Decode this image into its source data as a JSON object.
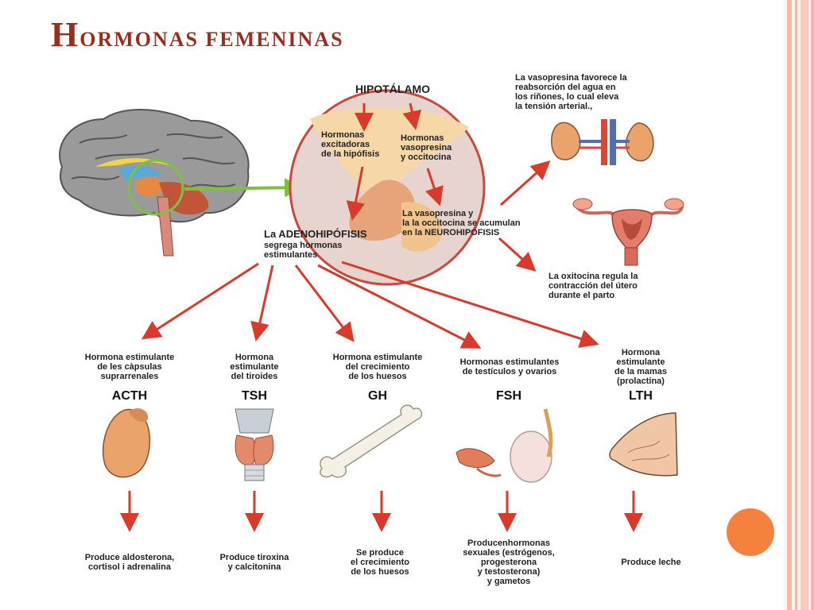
{
  "slide": {
    "title_initial": "H",
    "title_rest": "ORMONAS FEMENINAS",
    "accent_color": "#9b2d1f",
    "circle_color": "#f5813f",
    "frame_color": "#f3b9a8"
  },
  "diagram": {
    "hypothalamus": "HIPOTÁLAMO",
    "hyp_left": "Hormonas\nexcitadoras\nde la hipófisis",
    "hyp_right": "Hormonas\nvasopresina\ny occitocina",
    "neuro_text": "La vasopresina y\nla la occitocina se acumulan\nen la NEUROHIPÓFISIS",
    "adeno_title": "La ADENOHIPÓFISIS",
    "adeno_sub": "segrega hormonas\nestimulantes",
    "vaso_note": "La vasopresina favorece la\nreabsorción del agua en\nlos riñones, lo cual eleva\nla tensión arterial.,",
    "oxi_note": "La oxitocina regula la\ncontracción  del útero\ndurante el parto",
    "hormones": [
      {
        "desc": "Hormona estimulante\nde les càpsulas\nsuprarrenales",
        "code": "ACTH",
        "icon": "adrenal-gland-icon",
        "effect": "Produce aldosterona,\ncortisol i adrenalina"
      },
      {
        "desc": "Hormona\nestimulante\ndel tiroides",
        "code": "TSH",
        "icon": "thyroid-icon",
        "effect": "Produce tiroxina\ny calcitonina"
      },
      {
        "desc": "Hormona estimulante\ndel crecimiento\nde los huesos",
        "code": "GH",
        "icon": "bone-icon",
        "effect": "Se produce\nel crecimiento\nde los huesos"
      },
      {
        "desc": "Hormonas estimulantes\nde testículos y ovarios",
        "code": "FSH",
        "icon": "gonads-icon",
        "effect": "Producenhormonas\nsexuales (estrógenos,\nprogesterona\ny testosterona)\ny gametos"
      },
      {
        "desc": "Hormona\nestimulante\nde la mamas\n(prolactina)",
        "code": "LTH",
        "icon": "breast-icon",
        "effect": "Produce leche"
      }
    ]
  }
}
